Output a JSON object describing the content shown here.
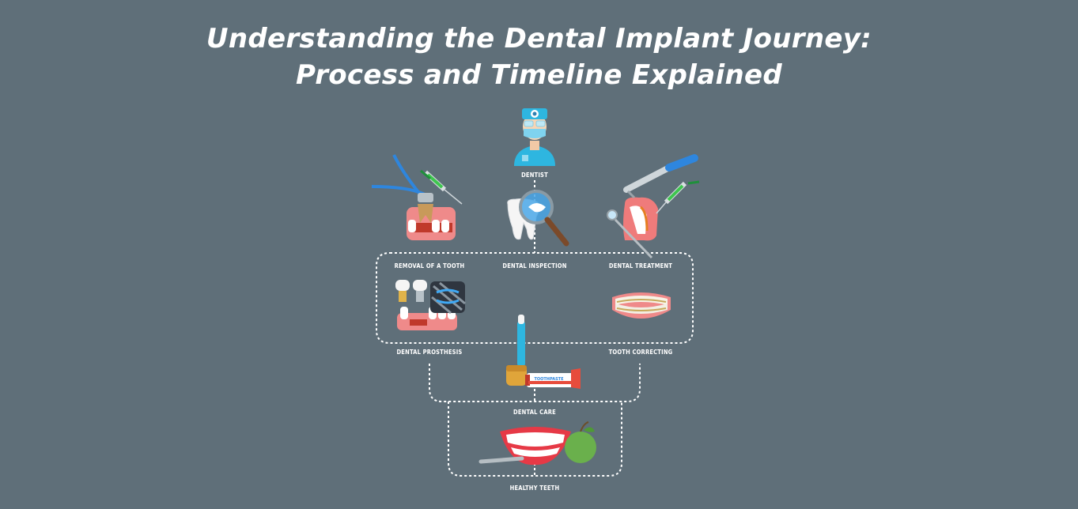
{
  "title": {
    "line1": "Understanding the Dental Implant Journey:",
    "line2": "Process and Timeline Explained"
  },
  "nodes": {
    "dentist": "DENTIST",
    "removal": "REMOVAL OF A TOOTH",
    "inspection": "DENTAL INSPECTION",
    "treatment": "DENTAL TREATMENT",
    "prosthesis": "DENTAL PROSTHESIS",
    "correcting": "TOOTH CORRECTING",
    "care": "DENTAL CARE",
    "healthy": "HEALTHY TEETH"
  },
  "toothpaste_label": "TOOTHPASTE",
  "icons": {
    "dentist": "dentist-icon",
    "removal": "tooth-extraction-icon",
    "inspection": "magnifier-tooth-icon",
    "treatment": "drill-tooth-icon",
    "prosthesis": "implant-icon",
    "correcting": "braces-icon",
    "care": "toothbrush-toothpaste-icon",
    "healthy": "smile-apple-icon"
  },
  "colors": {
    "background": "#5f6f79",
    "gum": "#f08080",
    "accent_blue": "#2eb6e0"
  }
}
